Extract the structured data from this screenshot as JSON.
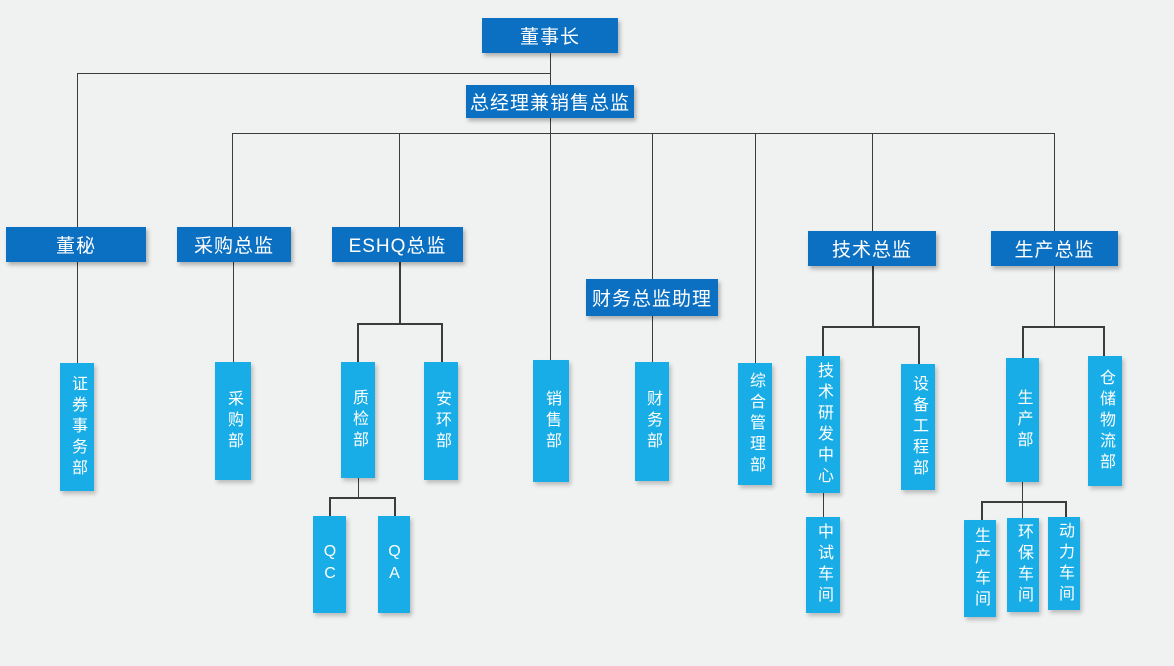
{
  "colors": {
    "background": "#f0f1f1",
    "executive_box": "#0b70c2",
    "department_box": "#18ade6",
    "connector": "#3c3c3c",
    "box_text": "#ffffff"
  },
  "nodes": {
    "chairman": {
      "label": "董事长"
    },
    "general_manager": {
      "label": "总经理兼销售总监"
    },
    "board_secretary": {
      "label": "董秘"
    },
    "procurement_director": {
      "label": "采购总监"
    },
    "eshq_director": {
      "label": "ESHQ总监"
    },
    "finance_director_assistant": {
      "label": "财务总监助理"
    },
    "technology_director": {
      "label": "技术总监"
    },
    "production_director": {
      "label": "生产总监"
    },
    "securities_affairs_dept": {
      "label": "证券事务部"
    },
    "procurement_dept": {
      "label": "采购部"
    },
    "quality_inspection_dept": {
      "label": "质检部"
    },
    "safety_environment_dept": {
      "label": "安环部"
    },
    "sales_dept": {
      "label": "销售部"
    },
    "finance_dept": {
      "label": "财务部"
    },
    "general_admin_dept": {
      "label": "综合管理部"
    },
    "tech_rd_center": {
      "label": "技术研发中心"
    },
    "equipment_engineering_dept": {
      "label": "设备工程部"
    },
    "production_dept": {
      "label": "生产部"
    },
    "warehouse_logistics_dept": {
      "label": "仓储物流部"
    },
    "qc": {
      "label": "QC"
    },
    "qa": {
      "label": "QA"
    },
    "pilot_workshop": {
      "label": "中试车间"
    },
    "production_workshop": {
      "label": "生产车间"
    },
    "environmental_workshop": {
      "label": "环保车间"
    },
    "power_workshop": {
      "label": "动力车间"
    }
  },
  "hierarchy": {
    "label": "董事长",
    "children": [
      {
        "label": "董秘",
        "children": [
          {
            "label": "证券事务部"
          }
        ]
      },
      {
        "label": "总经理兼销售总监",
        "children": [
          {
            "label": "采购总监",
            "children": [
              {
                "label": "采购部"
              }
            ]
          },
          {
            "label": "ESHQ总监",
            "children": [
              {
                "label": "质检部",
                "children": [
                  {
                    "label": "QC"
                  },
                  {
                    "label": "QA"
                  }
                ]
              },
              {
                "label": "安环部"
              }
            ]
          },
          {
            "label": "销售部"
          },
          {
            "label": "财务总监助理",
            "children": [
              {
                "label": "财务部"
              }
            ]
          },
          {
            "label": "综合管理部"
          },
          {
            "label": "技术总监",
            "children": [
              {
                "label": "技术研发中心",
                "children": [
                  {
                    "label": "中试车间"
                  }
                ]
              },
              {
                "label": "设备工程部"
              }
            ]
          },
          {
            "label": "生产总监",
            "children": [
              {
                "label": "生产部",
                "children": [
                  {
                    "label": "生产车间"
                  },
                  {
                    "label": "环保车间"
                  },
                  {
                    "label": "动力车间"
                  }
                ]
              },
              {
                "label": "仓储物流部"
              }
            ]
          }
        ]
      }
    ]
  }
}
